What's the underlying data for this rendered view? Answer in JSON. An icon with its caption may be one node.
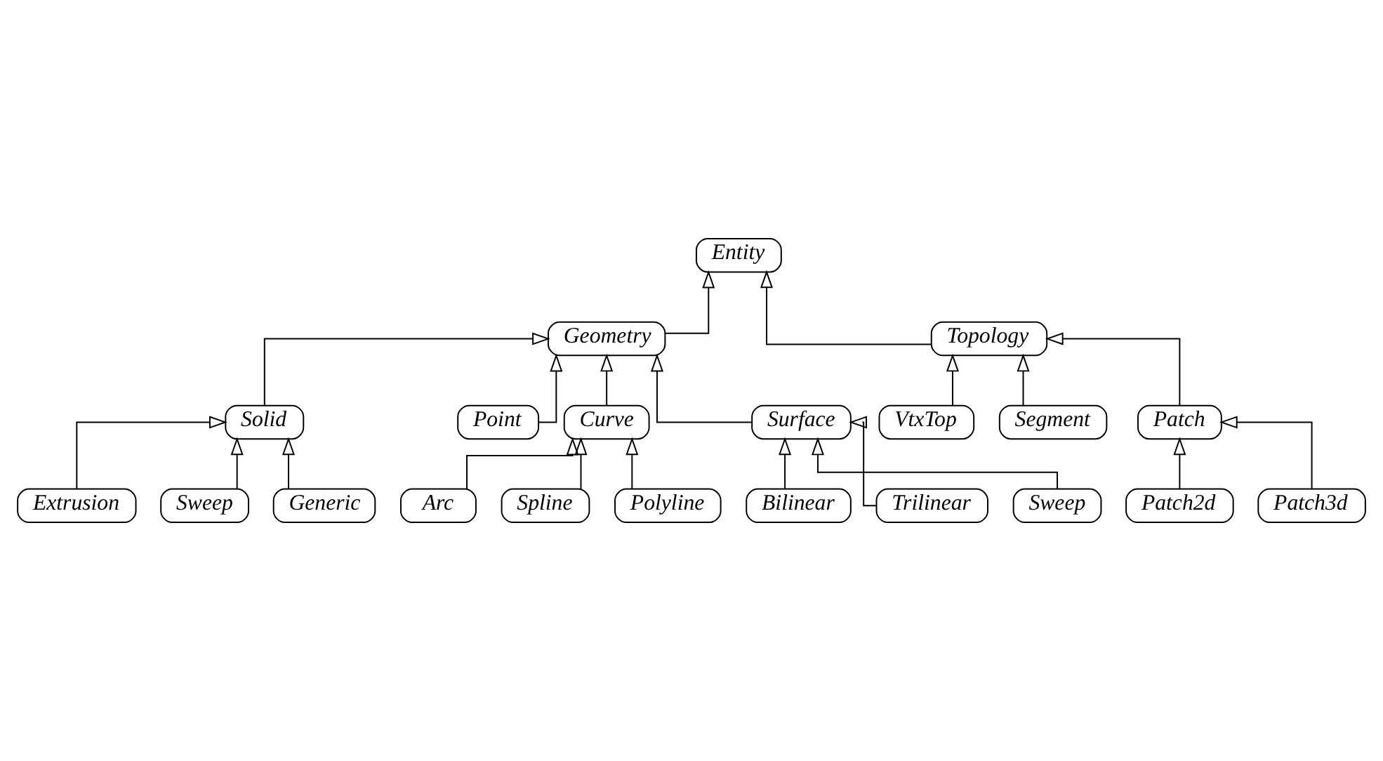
{
  "diagram": {
    "nodes": [
      {
        "text": [
          "Entity"
        ]
      },
      {
        "text": [
          "Geometry"
        ]
      },
      {
        "text": [
          "Topology"
        ]
      },
      {
        "text": [
          "VtxTop"
        ]
      },
      {
        "text": [
          "Segment"
        ]
      },
      {
        "text": [
          "Patch"
        ]
      },
      {
        "text": [
          "Patch2d"
        ]
      },
      {
        "text": [
          "Patch3d"
        ]
      },
      {
        "text": [
          "Solid"
        ]
      },
      {
        "text": [
          "Point"
        ]
      },
      {
        "text": [
          "Curve"
        ]
      },
      {
        "text": [
          "Surface"
        ]
      },
      {
        "text": [
          "Arc"
        ]
      },
      {
        "text": [
          "Spline"
        ]
      },
      {
        "text": [
          "Polyline"
        ]
      },
      {
        "text": [
          "Extrusion"
        ]
      },
      {
        "text": [
          "Sweep"
        ]
      },
      {
        "text": [
          "Generic"
        ]
      },
      {
        "text": [
          "Bilinear"
        ]
      },
      {
        "text": [
          "Trilinear"
        ]
      },
      {
        "text": [
          "Sweep"
        ]
      }
    ],
    "edges": [
      {
        "from": 1,
        "to": 0,
        "arrow": "to"
      },
      {
        "from": 2,
        "to": 0,
        "arrow": "to"
      },
      {
        "from": 3,
        "to": 2,
        "arrow": "to"
      },
      {
        "from": 4,
        "to": 2,
        "arrow": "to"
      },
      {
        "from": 5,
        "to": 2,
        "arrow": "to"
      },
      {
        "from": 6,
        "to": 5,
        "arrow": "to"
      },
      {
        "from": 7,
        "to": 5,
        "arrow": "to"
      },
      {
        "from": 8,
        "to": 1,
        "arrow": "to"
      },
      {
        "from": 9,
        "to": 1,
        "arrow": "to"
      },
      {
        "from": 10,
        "to": 1,
        "arrow": "to"
      },
      {
        "from": 11,
        "to": 1,
        "arrow": "to"
      },
      {
        "from": 12,
        "to": 10,
        "arrow": "to"
      },
      {
        "from": 13,
        "to": 10,
        "arrow": "to"
      },
      {
        "from": 14,
        "to": 10,
        "arrow": "to"
      },
      {
        "from": 15,
        "to": 8,
        "arrow": "to"
      },
      {
        "from": 16,
        "to": 8,
        "arrow": "to"
      },
      {
        "from": 17,
        "to": 8,
        "arrow": "to"
      },
      {
        "from": 18,
        "to": 11,
        "arrow": "to"
      },
      {
        "from": 19,
        "to": 11,
        "arrow": "to"
      },
      {
        "from": 20,
        "to": 11,
        "arrow": "to"
      }
    ]
  }
}
